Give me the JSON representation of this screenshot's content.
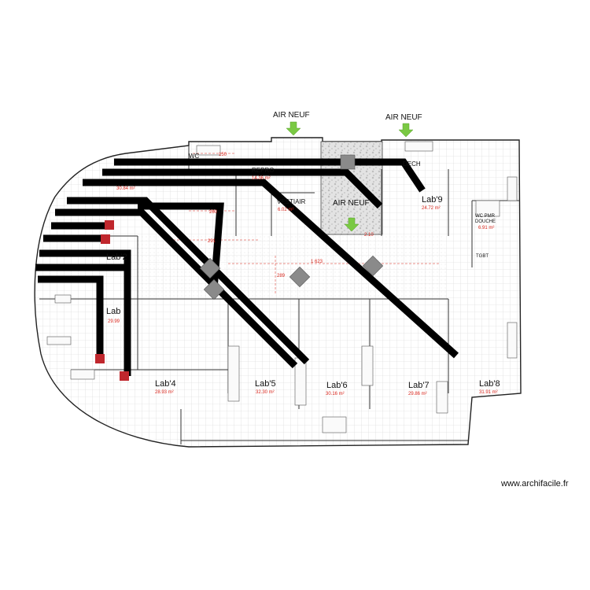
{
  "watermark": "www.archifacile.fr",
  "air_labels": [
    {
      "text": "AIR NEUF"
    },
    {
      "text": "AIR NEUF"
    },
    {
      "text": "AIR NEUF"
    }
  ],
  "rooms": [
    {
      "name": "Lab'2",
      "area": ""
    },
    {
      "name": "Lab",
      "area": "29.99"
    },
    {
      "name": "Lab'4",
      "area": "28.93 m²"
    },
    {
      "name": "Lab'5",
      "area": "32.30 m²"
    },
    {
      "name": "Lab'6",
      "area": "30.16 m²"
    },
    {
      "name": "Lab'7",
      "area": "29.86 m²"
    },
    {
      "name": "Lab'8",
      "area": "31.91 m²"
    },
    {
      "name": "Lab'9",
      "area": "24.72 m²"
    }
  ],
  "small_rooms": [
    {
      "name": "WC"
    },
    {
      "name": "VESTIAIR",
      "area": "6.02 m²"
    },
    {
      "name": "DECH"
    },
    {
      "name": "WC PMR",
      "extra": "DOUCHE",
      "area": "6.91 m²"
    },
    {
      "name": "TGBT"
    },
    {
      "name": "REPRO",
      "area": "14.36 m²"
    },
    {
      "name": "",
      "area": "30.84 m²"
    }
  ],
  "dimensions": [
    "260",
    "291",
    "1 623",
    "289",
    "150",
    "2.10"
  ],
  "colors": {
    "duct": "#000000",
    "terminal": "#c0272d",
    "junction": "#8a8a8a",
    "arrow": "#7ac943",
    "wall": "#222222",
    "grid": "#d8d8d8",
    "label_red": "#d9261c"
  }
}
